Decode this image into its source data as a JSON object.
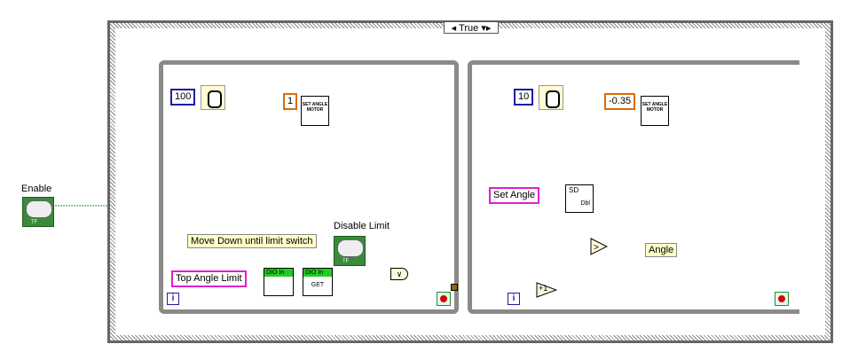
{
  "case_structure": {
    "selector_value": "True"
  },
  "controls": {
    "enable": "Enable",
    "disable_limit": "Disable Limit"
  },
  "frame1": {
    "wait_ms": "100",
    "motor_value": "1",
    "motor_vi": "SET ANGLE MOTOR",
    "comment": "Move Down until limit switch",
    "limit_input": "Top Angle Limit",
    "dio_label": "DIO In",
    "get_label": "GET",
    "or_label": "∨",
    "iteration": "i"
  },
  "frame2": {
    "wait_ms": "10",
    "motor_value": "-0.35",
    "motor_vi": "SET ANGLE MOTOR",
    "set_angle": "Set Angle",
    "sd_label": "SD",
    "dbl_label": "Dbl",
    "angle_label": "Angle",
    "increment": "+1",
    "iteration": "i"
  },
  "colors": {
    "bool_wire": "#2c8a2c",
    "numeric_blue": "#1c1ca8",
    "dbl_orange": "#e06a00",
    "string_pink": "#e020d0"
  }
}
